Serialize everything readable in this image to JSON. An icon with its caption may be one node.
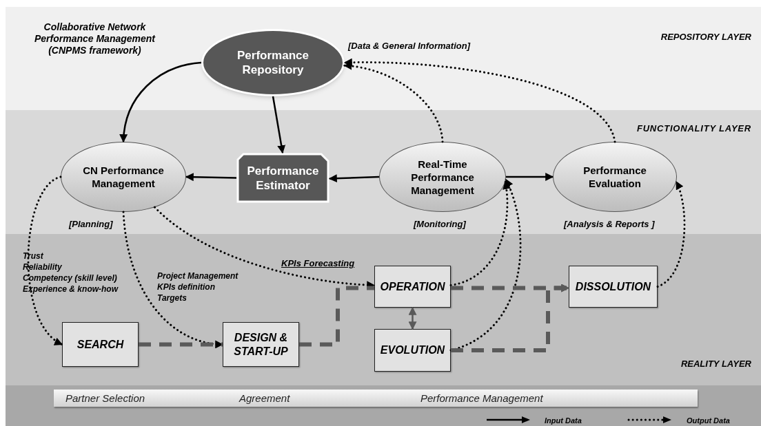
{
  "diagram": {
    "title": "Collaborative Network Performance Management (CNPMS framework)",
    "nodes": [
      {
        "text": [
          "REPOSITORY LAYER"
        ]
      },
      {
        "text": [
          "Performance Repository"
        ],
        "in": 0,
        "beside": [
          "[Data & General Information]"
        ]
      },
      {
        "text": [
          "FUNCTIONALITY LAYER"
        ]
      },
      {
        "text": [
          "CN Performance Management"
        ],
        "in": 2,
        "beside": [
          "[Planning]"
        ]
      },
      {
        "text": [
          "Performance Estimator"
        ],
        "in": 2
      },
      {
        "text": [
          "Real-Time Performance Management"
        ],
        "in": 2,
        "beside": [
          "[Monitoring]"
        ]
      },
      {
        "text": [
          "Performance Evaluation"
        ],
        "in": 2,
        "beside": [
          "[Analysis & Reports ]"
        ]
      },
      {
        "text": [
          "REALITY LAYER"
        ]
      },
      {
        "text": [
          "SEARCH"
        ],
        "in": 7
      },
      {
        "text": [
          "DESIGN & START-UP"
        ],
        "in": 7
      },
      {
        "text": [
          "OPERATION"
        ],
        "in": 7
      },
      {
        "text": [
          "EVOLUTION"
        ],
        "in": 7
      },
      {
        "text": [
          "DISSOLUTION"
        ],
        "in": 7
      },
      {
        "text": [
          "Partner Selection",
          "Agreement",
          "Performance Management"
        ]
      }
    ],
    "edges": [
      {
        "from": 1,
        "to": 3,
        "arrow": "to"
      },
      {
        "from": 1,
        "to": 4,
        "arrow": "to"
      },
      {
        "from": 4,
        "to": 3,
        "arrow": "to"
      },
      {
        "from": 5,
        "to": 4,
        "arrow": "to"
      },
      {
        "from": 5,
        "to": 6,
        "arrow": "to"
      },
      {
        "from": 5,
        "to": 1,
        "arrow": "to",
        "style": "dashed"
      },
      {
        "from": 6,
        "to": 1,
        "arrow": "to",
        "style": "dashed"
      },
      {
        "from": 3,
        "to": 8,
        "arrow": "to",
        "style": "dashed"
      },
      {
        "from": 3,
        "to": 9,
        "arrow": "to",
        "style": "dashed"
      },
      {
        "from": 3,
        "to": 10,
        "arrow": "to",
        "style": "dashed",
        "label": "KPIs Forecasting"
      },
      {
        "from": 10,
        "to": 5,
        "arrow": "to",
        "style": "dashed"
      },
      {
        "from": 11,
        "to": 5,
        "arrow": "to",
        "style": "dashed"
      },
      {
        "from": 12,
        "to": 6,
        "arrow": "to",
        "style": "dashed"
      },
      {
        "from": 8,
        "to": 9,
        "arrow": "none",
        "style": "dashed",
        "color": "#5a5a5a"
      },
      {
        "from": 9,
        "to": 10,
        "arrow": "none",
        "style": "dashed",
        "color": "#5a5a5a"
      },
      {
        "from": 10,
        "to": 12,
        "arrow": "to",
        "style": "dashed",
        "color": "#5a5a5a"
      },
      {
        "from": 11,
        "to": 12,
        "arrow": "to",
        "style": "dashed",
        "color": "#5a5a5a"
      },
      {
        "from": 10,
        "to": 11,
        "arrow": "both",
        "color": "#5a5a5a"
      }
    ],
    "labels": [
      "Trust",
      "Reliability",
      "Competency (skill level)",
      "Experience & know-how",
      "Project Management",
      "KPIs definition",
      "Targets"
    ],
    "legend": [
      {
        "text": "Input Data"
      },
      {
        "text": "Output Data"
      }
    ]
  }
}
